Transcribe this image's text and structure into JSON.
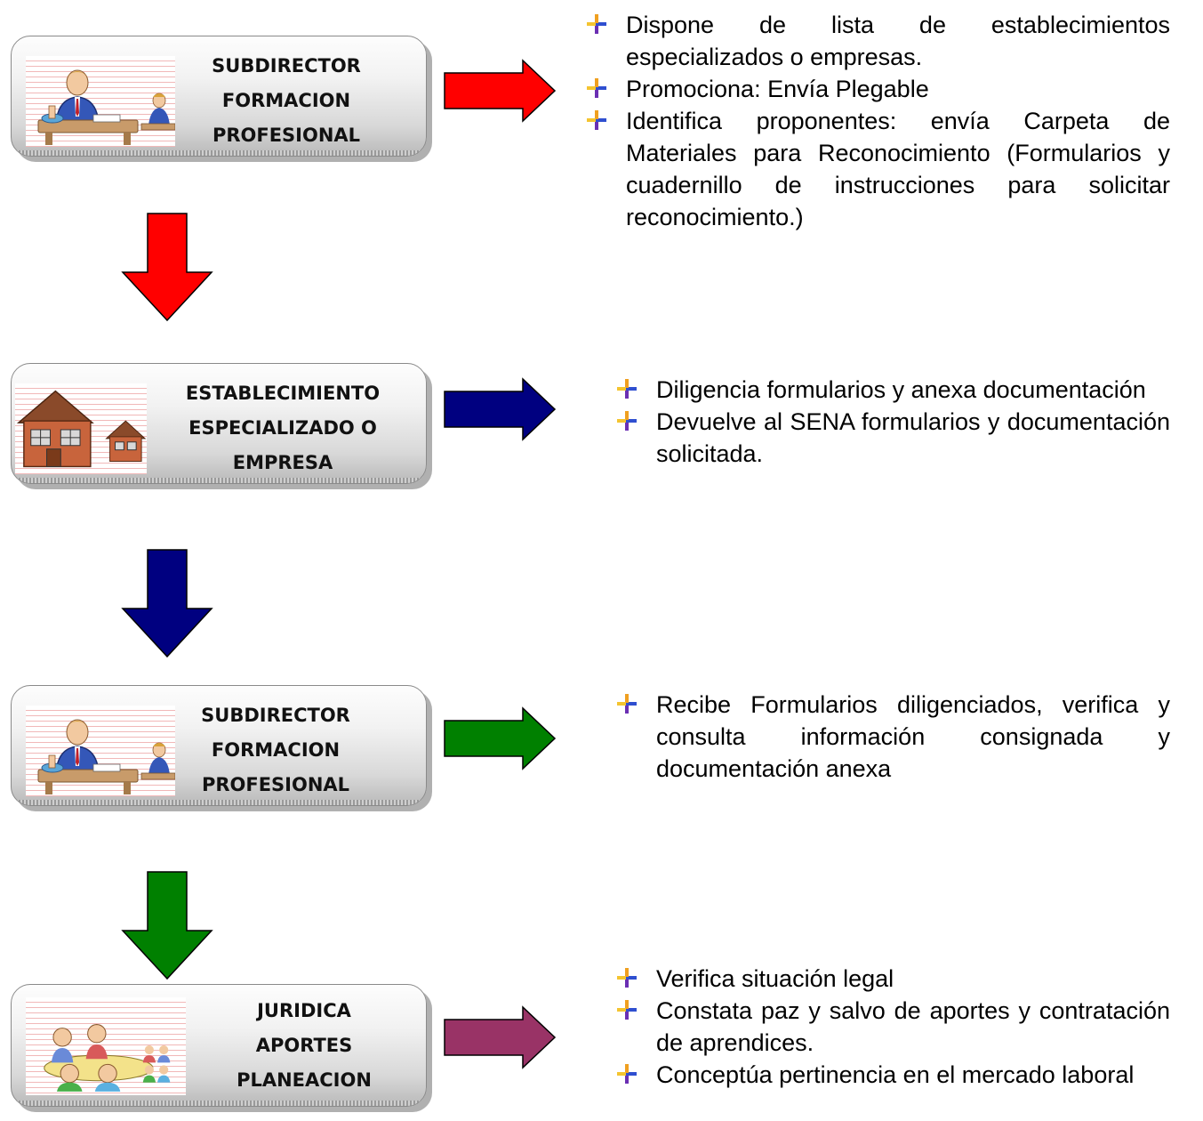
{
  "colors": {
    "red": "#ff0000",
    "blue": "#000080",
    "green": "#008000",
    "purple": "#993366"
  },
  "steps": [
    {
      "label_lines": [
        "SUBDIRECTOR",
        "FORMACION",
        "PROFESIONAL"
      ],
      "icon": "person-at-desk-icon",
      "arrow_color": "#ff0000",
      "bullets": [
        "Dispone de lista de establecimientos especializados o empresas.",
        "Promociona: Envía Plegable",
        "Identifica proponentes: envía Carpeta de Materiales para Reconocimiento (Formularios y cuadernillo de instrucciones para solicitar reconocimiento.)"
      ]
    },
    {
      "label_lines": [
        "ESTABLECIMIENTO",
        "ESPECIALIZADO O",
        "EMPRESA"
      ],
      "icon": "building-icon",
      "arrow_color": "#000080",
      "bullets": [
        "Diligencia formularios y anexa documentación",
        "Devuelve al SENA formularios y documentación solicitada."
      ]
    },
    {
      "label_lines": [
        "SUBDIRECTOR",
        "FORMACION",
        "PROFESIONAL"
      ],
      "icon": "person-at-desk-icon",
      "arrow_color": "#008000",
      "bullets": [
        "Recibe Formularios diligenciados, verifica y consulta información consignada y documentación anexa"
      ]
    },
    {
      "label_lines": [
        "JURIDICA",
        "APORTES",
        "PLANEACION"
      ],
      "icon": "meeting-people-icon",
      "arrow_color": "#993366",
      "bullets": [
        "Verifica situación legal",
        "Constata paz y salvo de aportes y contratación de aprendices.",
        "Conceptúa pertinencia en el mercado laboral"
      ]
    }
  ]
}
